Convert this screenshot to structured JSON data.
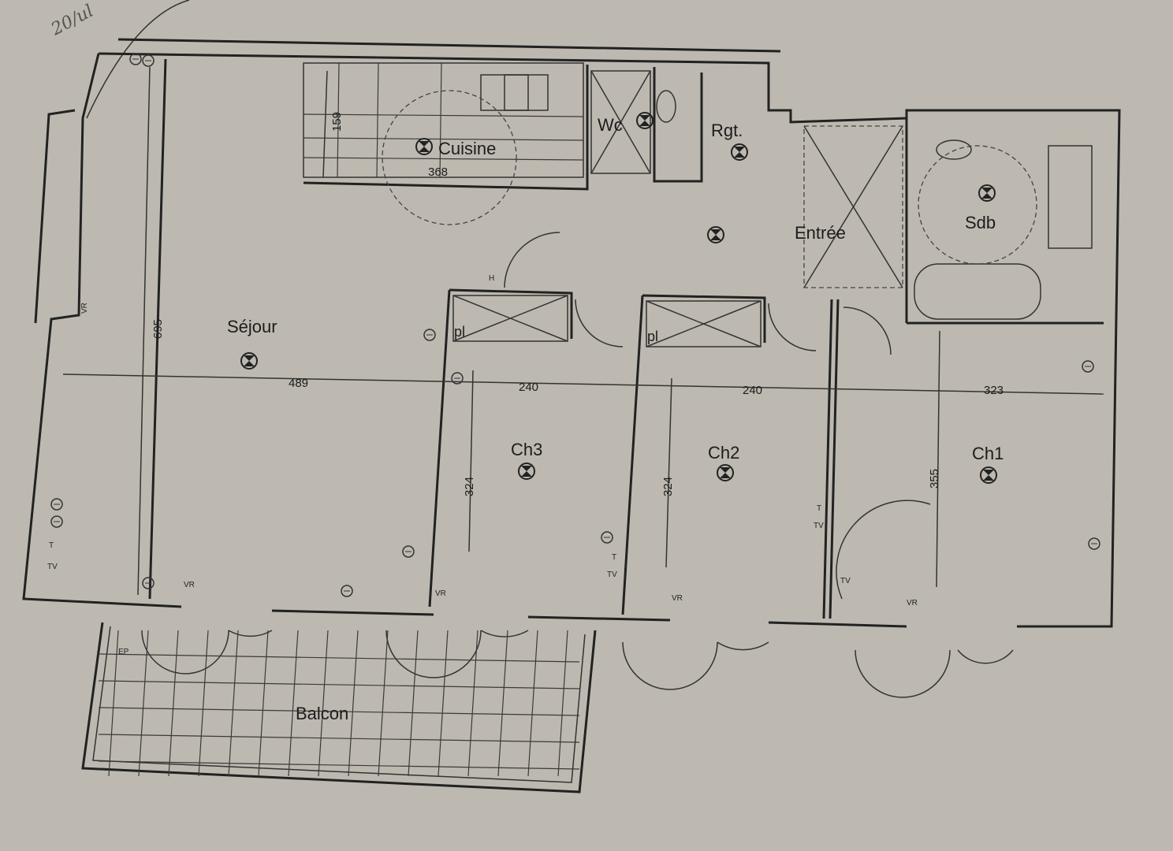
{
  "rooms": {
    "sejour": "Séjour",
    "cuisine": "Cuisine",
    "wc": "Wc",
    "rgt": "Rgt.",
    "entree": "Entrée",
    "sdb": "Sdb",
    "ch3": "Ch3",
    "ch2": "Ch2",
    "ch1": "Ch1",
    "balcon": "Balcon",
    "pl": "pl"
  },
  "dimensions": {
    "sejour_depth": "695",
    "sejour_width": "489",
    "cuisine_depth": "159",
    "cuisine_width": "368",
    "ch3_width": "240",
    "ch2_width": "240",
    "ch1_width": "323",
    "ch3_depth": "324",
    "ch2_depth": "324",
    "ch1_depth": "355"
  },
  "symbols": {
    "vr": "VR",
    "t": "T",
    "tv": "TV",
    "ep": "EP",
    "h": "H"
  },
  "handwriting": "20/ul"
}
